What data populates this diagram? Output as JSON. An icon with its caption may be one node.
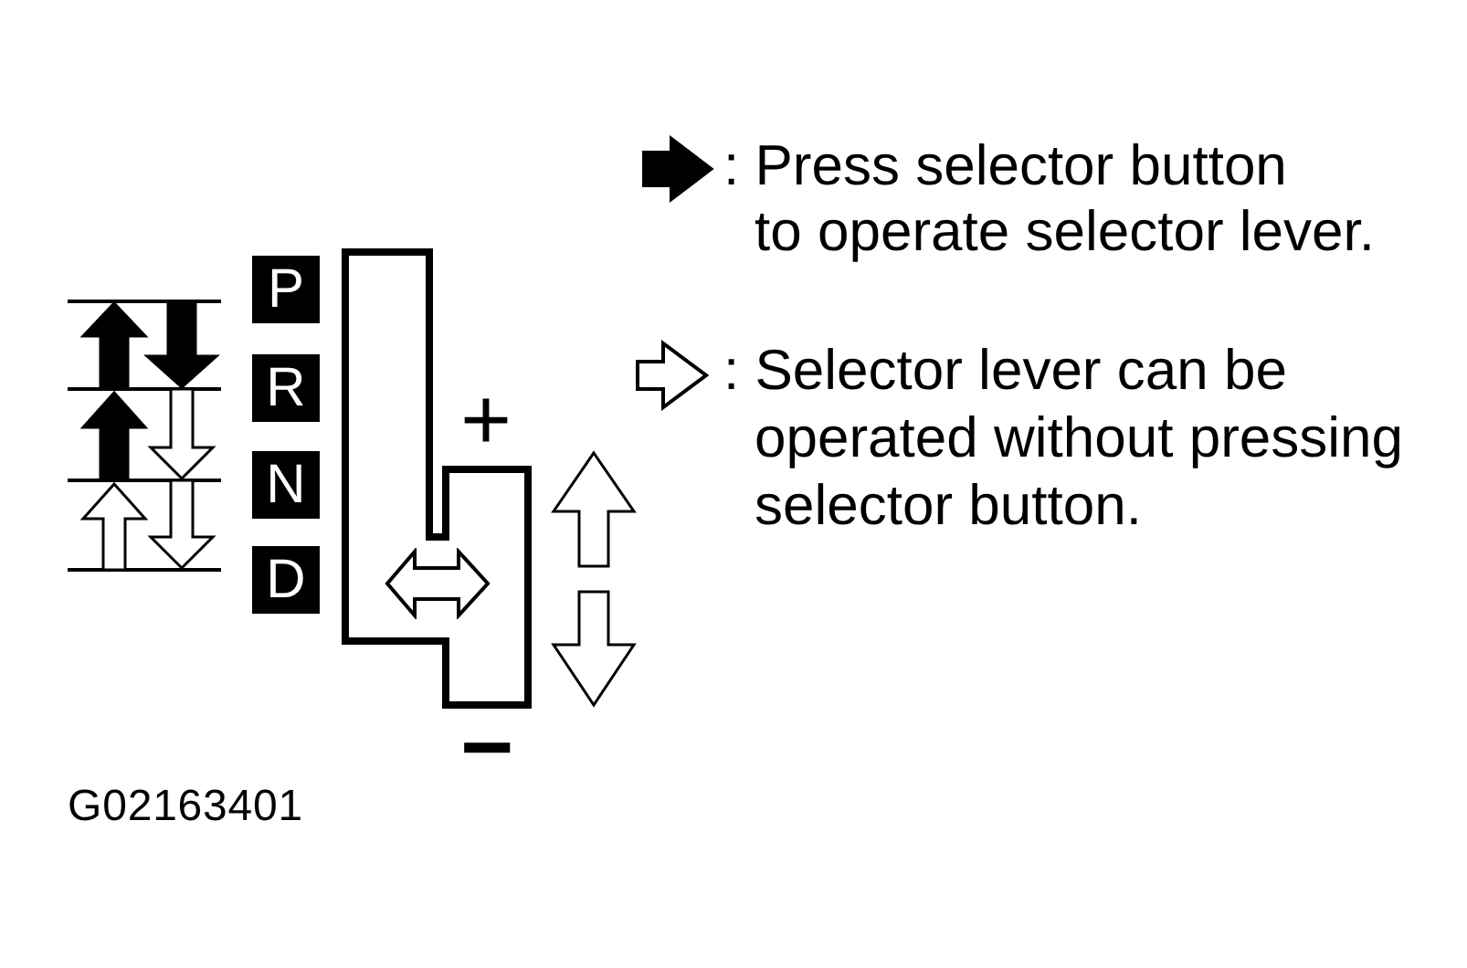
{
  "diagram": {
    "nodes": [
      {
        "text": [
          "P"
        ]
      },
      {
        "text": [
          "R"
        ]
      },
      {
        "text": [
          "N"
        ]
      },
      {
        "text": [
          "D"
        ]
      }
    ],
    "labels": [
      "+",
      "−",
      "G02163401"
    ],
    "legend": [
      {
        "text": ": Press selector button to operate selector lever."
      },
      {
        "text": ": Selector lever can be operated without pressing selector button."
      }
    ]
  }
}
